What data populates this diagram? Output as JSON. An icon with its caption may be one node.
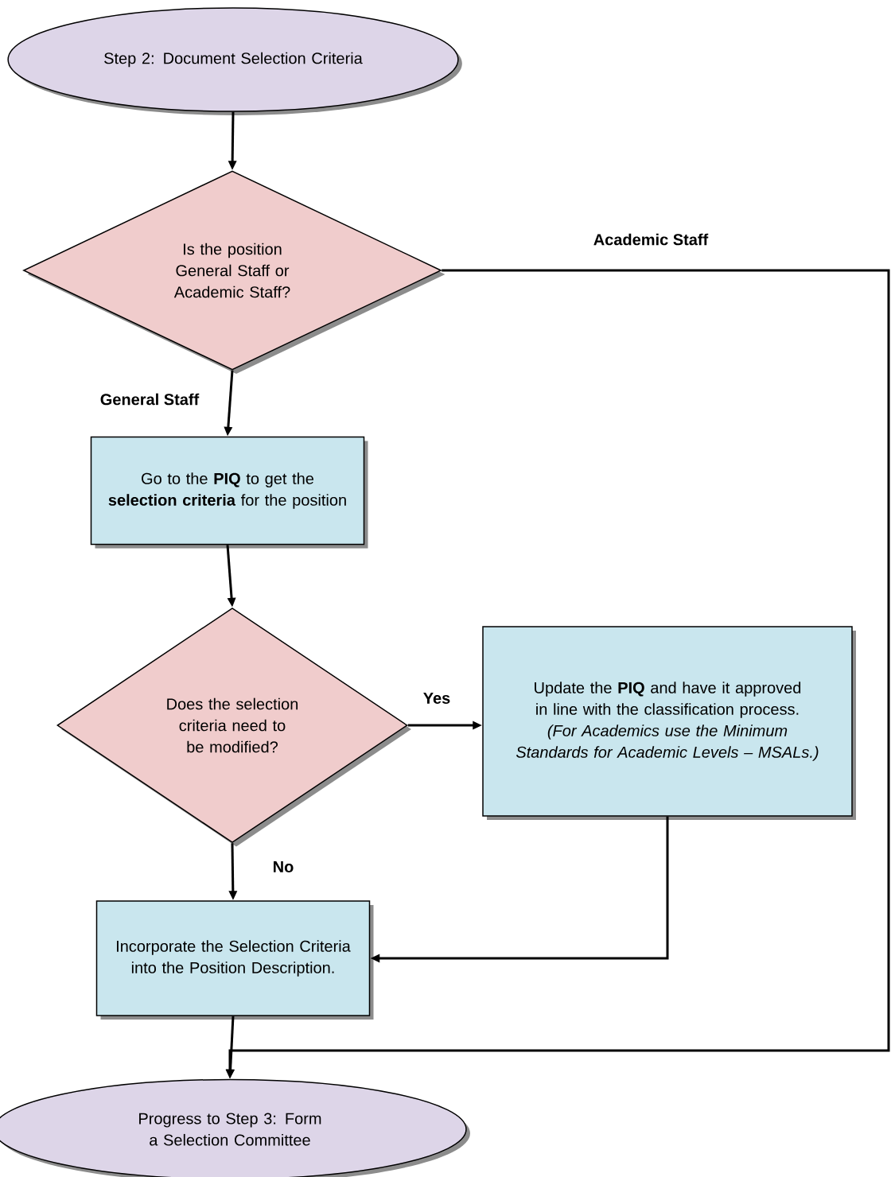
{
  "diagram": {
    "nodes": [
      {
        "text": [
          "Step 2: Document Selection Criteria"
        ]
      },
      {
        "text": [
          "Is the position General Staff or Academic Staff?"
        ]
      },
      {
        "text": [
          "Go to the **PIQ** to get the **selection criteria** for the position"
        ]
      },
      {
        "text": [
          "Does the selection criteria need to be modified?"
        ]
      },
      {
        "text": [
          "Update the **PIQ** and have it approved in line with the classification process.",
          "(For Academics use the Minimum Standards for Academic Levels – MSALs.)"
        ]
      },
      {
        "text": [
          "Incorporate the Selection Criteria into the Position Description."
        ]
      },
      {
        "text": [
          "Progress to Step 3: Form a Selection Committee"
        ]
      }
    ],
    "edges": [
      {
        "from": 0,
        "to": 1,
        "arrow": "to"
      },
      {
        "from": 1,
        "to": 2,
        "arrow": "to",
        "label": "General Staff"
      },
      {
        "from": 1,
        "to": 6,
        "arrow": "to",
        "label": "Academic Staff"
      },
      {
        "from": 2,
        "to": 3,
        "arrow": "to"
      },
      {
        "from": 3,
        "to": 4,
        "arrow": "to",
        "label": "Yes"
      },
      {
        "from": 3,
        "to": 5,
        "arrow": "to",
        "label": "No"
      },
      {
        "from": 4,
        "to": 5,
        "arrow": "to"
      },
      {
        "from": 5,
        "to": 6,
        "arrow": "to"
      }
    ]
  }
}
